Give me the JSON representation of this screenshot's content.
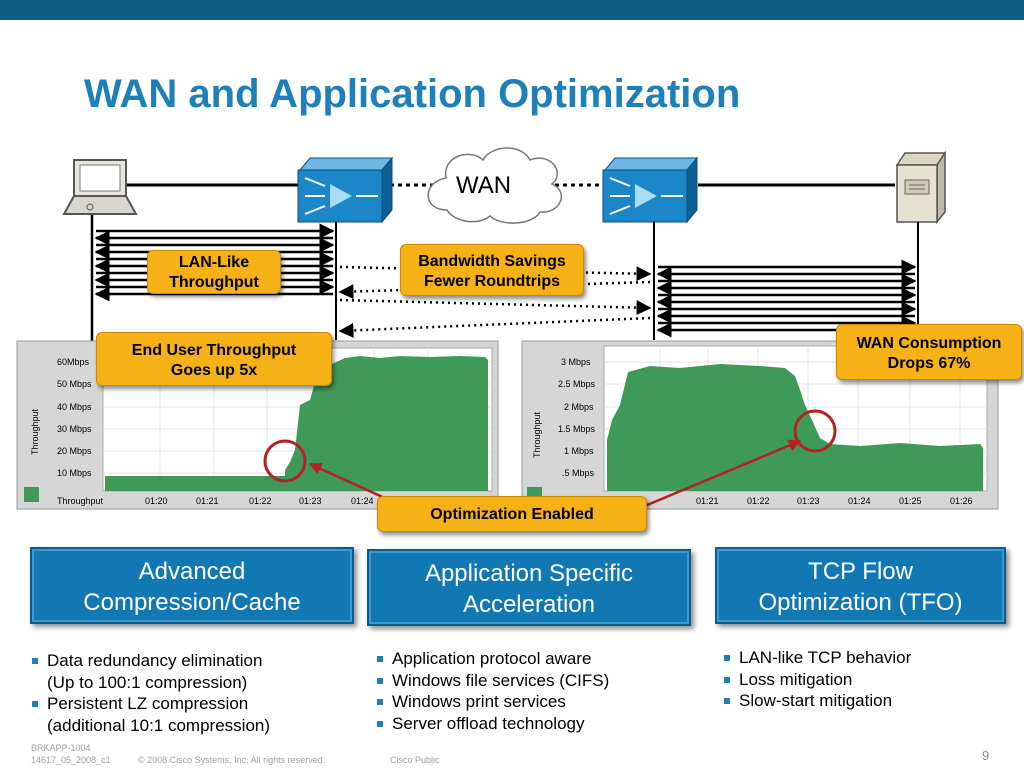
{
  "title": "WAN and Application Optimization",
  "wan_cloud_label": "WAN",
  "callouts": {
    "lan_like": [
      "LAN-Like",
      "Throughput"
    ],
    "bandwidth": [
      "Bandwidth Savings",
      "Fewer Roundtrips"
    ],
    "end_user": [
      "End User Throughput",
      "Goes up 5x"
    ],
    "wan_consumption": [
      "WAN Consumption",
      "Drops 67%"
    ],
    "optimization": "Optimization Enabled"
  },
  "left_chart": {
    "ylabel": "Throughput",
    "legend_label": "Throughput",
    "yticks": [
      "60Mbps",
      "50 Mbps",
      "40 Mbps",
      "30 Mbps",
      "20 Mbps",
      "10 Mbps"
    ],
    "xticks": [
      "01:20",
      "01:21",
      "01:22",
      "01:23",
      "01:24"
    ]
  },
  "right_chart": {
    "ylabel": "Throughput",
    "yticks": [
      "3 Mbps",
      "2.5 Mbps",
      "2 Mbps",
      "1.5 Mbps",
      "1 Mbps",
      ".5 Mbps"
    ],
    "xticks": [
      "01:21",
      "01:22",
      "01:23",
      "01:24",
      "01:25",
      "01:26"
    ]
  },
  "boxes": [
    {
      "lines": [
        "Advanced",
        "Compression/Cache"
      ],
      "bullets": [
        "Data redundancy elimination",
        "(Up to 100:1 compression)",
        "Persistent LZ compression",
        "(additional 10:1 compression)"
      ]
    },
    {
      "lines": [
        "Application Specific",
        "Acceleration"
      ],
      "bullets": [
        "Application protocol aware",
        "Windows file services (CIFS)",
        "Windows print services",
        "Server offload technology"
      ]
    },
    {
      "lines": [
        "TCP Flow",
        "Optimization (TFO)"
      ],
      "bullets": [
        "LAN-like TCP behavior",
        "Loss mitigation",
        "Slow-start mitigation"
      ]
    }
  ],
  "footer": {
    "code": "BRKAPP-1004",
    "doc": "14617_05_2008_c1",
    "copyright": "© 2008 Cisco Systems, Inc. All rights reserved.",
    "classification": "Cisco Public",
    "page": "9"
  },
  "colors": {
    "accent": "#1d80b8",
    "callout": "#f6b117",
    "chart_fill": "#3f9a5a",
    "box": "#1278b3"
  }
}
